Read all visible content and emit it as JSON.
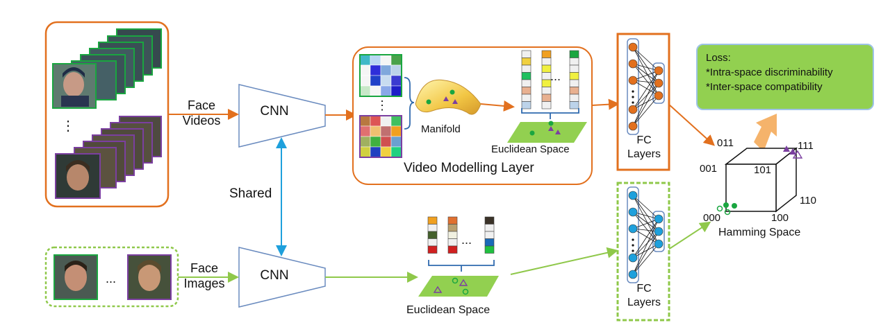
{
  "inputs": {
    "videos_label_line1": "Face",
    "videos_label_line2": "Videos",
    "images_label_line1": "Face",
    "images_label_line2": "Images",
    "images_ellipsis": "...",
    "videos_ellipsis": "⋮"
  },
  "cnn": {
    "top_label": "CNN",
    "bottom_label": "CNN",
    "shared_label": "Shared"
  },
  "video_modelling": {
    "title": "Video Modelling Layer",
    "manifold_label": "Manifold",
    "euclidean_label": "Euclidean Space",
    "matrix_ellipsis": "⋮",
    "vector_ellipsis": "..."
  },
  "image_branch": {
    "euclidean_label": "Euclidean Space",
    "vector_ellipsis": "..."
  },
  "fc": {
    "top_label_line1": "FC",
    "top_label_line2": "Layers",
    "bottom_label_line1": "FC",
    "bottom_label_line2": "Layers"
  },
  "loss": {
    "title": "Loss:",
    "item1": "*Intra-space discriminability",
    "item2": "*Inter-space compatibility"
  },
  "hamming": {
    "label": "Hamming Space",
    "v000": "000",
    "v001": "001",
    "v011": "011",
    "v101": "101",
    "v111": "111",
    "v110": "110",
    "v100": "100"
  },
  "colors": {
    "video_branch": "#e2701e",
    "image_branch": "#8fc84a",
    "shared_arrow": "#1ea0dc",
    "cnn_outline": "#6a8bbf",
    "loss_box": "#92d050",
    "loss_arrow": "#f5b36b",
    "fc_node_video": "#e2701e",
    "fc_node_image": "#1ea0dc",
    "plane": "#92d050",
    "video_points": "#1aa640",
    "image_points": "#7b3fa0"
  }
}
